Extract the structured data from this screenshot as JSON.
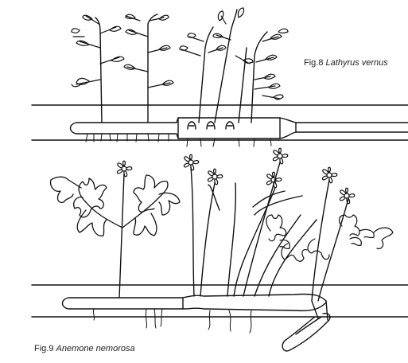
{
  "figures": [
    {
      "label": "Fig.8",
      "species": "Lathyrus vernus"
    },
    {
      "label": "Fig.9",
      "species": "Anemone nemorosa"
    }
  ],
  "colors": {
    "ink": "#111111",
    "background": "#ffffff"
  }
}
